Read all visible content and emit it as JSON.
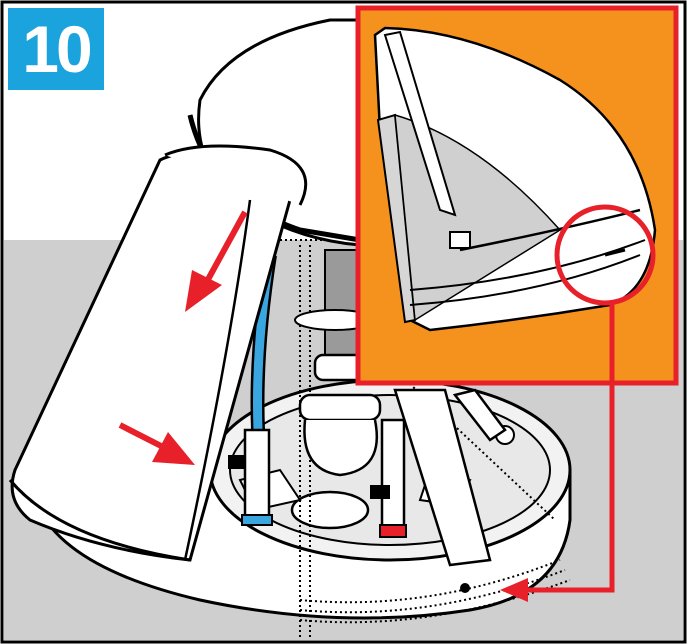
{
  "step": {
    "number": "10"
  },
  "colors": {
    "badge": "#1aa3dc",
    "inset_background": "#f5921e",
    "callout_red": "#e8202a",
    "ground_gray": "#d0d0d0",
    "blue_hose": "#3aa6e0"
  },
  "illustration": {
    "subject": "antenna-dome-removal",
    "icons": [
      "arrow-icon",
      "detail-callout-circle",
      "screw-hole"
    ]
  }
}
